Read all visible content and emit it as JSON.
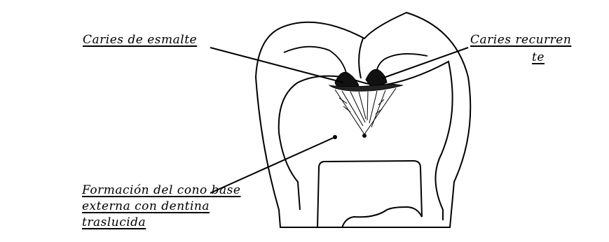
{
  "labels": {
    "enamel_caries": "Caries de esmalte",
    "recurrent_caries_line1": "Caries recurren",
    "recurrent_caries_line2": "te",
    "cone_line1": "Formación del cono base",
    "cone_line2": "externa  con dentina",
    "cone_line3": "traslucida"
  },
  "colors": {
    "ink": "#000000",
    "paper": "#ffffff",
    "caries": "#111111"
  }
}
